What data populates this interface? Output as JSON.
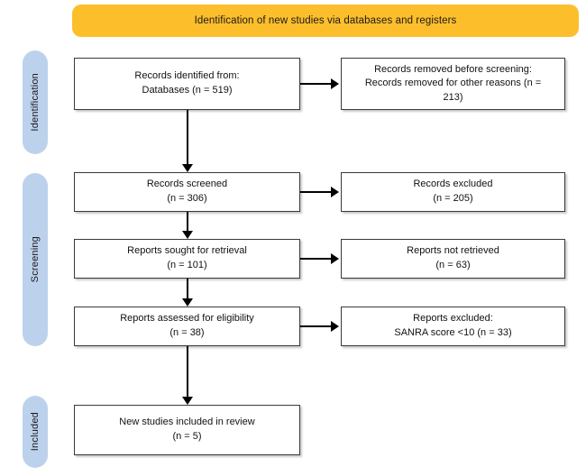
{
  "header": {
    "title": "Identification of new studies via databases and registers",
    "color": "#FDBE2C"
  },
  "rails": {
    "color": "#BCD2EC",
    "items": [
      {
        "label": "Identification"
      },
      {
        "label": "Screening"
      },
      {
        "label": "Included"
      }
    ]
  },
  "chart_data": {
    "type": "diagram",
    "title": "Identification of new studies via databases and registers",
    "nodes": [
      {
        "id": "identified",
        "column": "left",
        "stage": "Identification",
        "label": "Records identified from:\nDatabases (n = 519)",
        "n": 519
      },
      {
        "id": "removed",
        "column": "right",
        "stage": "Identification",
        "label": "Records removed before screening:\nRecords removed for other reasons (n =\n213)",
        "n": 213
      },
      {
        "id": "screened",
        "column": "left",
        "stage": "Screening",
        "label": "Records screened\n(n = 306)",
        "n": 306
      },
      {
        "id": "excluded_records",
        "column": "right",
        "stage": "Screening",
        "label": "Records excluded\n(n = 205)",
        "n": 205
      },
      {
        "id": "sought",
        "column": "left",
        "stage": "Screening",
        "label": "Reports sought for retrieval\n(n = 101)",
        "n": 101
      },
      {
        "id": "not_retrieved",
        "column": "right",
        "stage": "Screening",
        "label": "Reports not retrieved\n(n = 63)",
        "n": 63
      },
      {
        "id": "assessed",
        "column": "left",
        "stage": "Screening",
        "label": "Reports assessed for eligibility\n(n = 38)",
        "n": 38
      },
      {
        "id": "excluded_reports",
        "column": "right",
        "stage": "Screening",
        "label": "Reports excluded:\nSANRA score <10 (n = 33)",
        "n": 33
      },
      {
        "id": "included",
        "column": "left",
        "stage": "Included",
        "label": "New studies included in review\n(n = 5)",
        "n": 5
      }
    ],
    "edges": [
      {
        "from": "identified",
        "to": "removed",
        "direction": "right"
      },
      {
        "from": "identified",
        "to": "screened",
        "direction": "down"
      },
      {
        "from": "screened",
        "to": "excluded_records",
        "direction": "right"
      },
      {
        "from": "screened",
        "to": "sought",
        "direction": "down"
      },
      {
        "from": "sought",
        "to": "not_retrieved",
        "direction": "right"
      },
      {
        "from": "sought",
        "to": "assessed",
        "direction": "down"
      },
      {
        "from": "assessed",
        "to": "excluded_reports",
        "direction": "right"
      },
      {
        "from": "assessed",
        "to": "included",
        "direction": "down"
      }
    ]
  },
  "boxes": {
    "identified": "Records identified from:\nDatabases (n = 519)",
    "removed": "Records removed before screening:\nRecords removed for other reasons (n =\n213)",
    "screened": "Records screened\n(n = 306)",
    "excluded_records": "Records excluded\n(n = 205)",
    "sought": "Reports sought for retrieval\n(n = 101)",
    "not_retrieved": "Reports not retrieved\n(n = 63)",
    "assessed": "Reports assessed for eligibility\n(n = 38)",
    "excluded_reports": "Reports excluded:\nSANRA score <10 (n = 33)",
    "included": "New studies included in review\n(n = 5)"
  }
}
